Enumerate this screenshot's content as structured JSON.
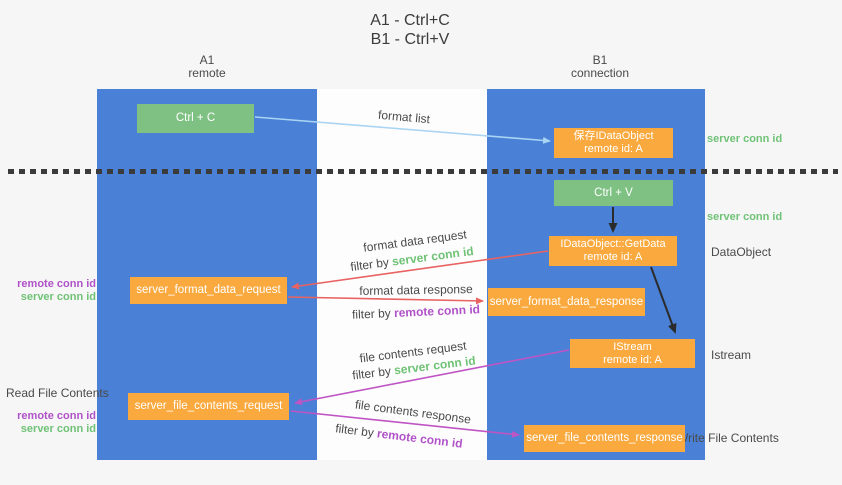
{
  "title": {
    "line1": "A1 - Ctrl+C",
    "line2": "B1 - Ctrl+V"
  },
  "lanes": {
    "left": {
      "title": "A1",
      "subtitle": "remote"
    },
    "right": {
      "title": "B1",
      "subtitle": "connection"
    }
  },
  "nodes": {
    "ctrl_c": {
      "label": "Ctrl + C"
    },
    "save_dataobject": {
      "line1": "保存IDataObject",
      "line2": "remote id: A"
    },
    "ctrl_v": {
      "label": "Ctrl + V"
    },
    "getdata": {
      "line1": "IDataObject::GetData",
      "line2": "remote id: A"
    },
    "format_request": {
      "label": "server_format_data_request"
    },
    "format_response": {
      "label": "server_format_data_response"
    },
    "istream": {
      "line1": "IStream",
      "line2": "remote id: A"
    },
    "file_request": {
      "label": "server_file_contents_request"
    },
    "file_response": {
      "label": "server_file_contents_response"
    }
  },
  "messages": {
    "format_list": "format list",
    "format_data_request": "format data request",
    "format_data_request_filter_prefix": "filter by ",
    "format_data_request_filter_key": "server conn id",
    "format_data_response": "format data response",
    "format_data_response_filter_prefix": "filter by ",
    "format_data_response_filter_key": "remote conn id",
    "file_contents_request": "file contents request",
    "file_contents_request_filter_prefix": "filter by ",
    "file_contents_request_filter_key": "server conn id",
    "file_contents_response": "file contents response",
    "file_contents_response_filter_prefix": "filter by ",
    "file_contents_response_filter_key": "remote conn id"
  },
  "annotations": {
    "left_format": {
      "remote": "remote conn id",
      "server": "server conn id"
    },
    "read_file": "Read File Contents",
    "left_file": {
      "remote": "remote conn id",
      "server": "server conn id"
    },
    "right_top_conn": "server conn id",
    "right_mid_conn": "server conn id",
    "right_dataobject": "DataObject",
    "right_istream": "Istream",
    "write_file": "Write File Contents"
  },
  "colors": {
    "lane_blue": "#4a80d5",
    "node_green": "#7ec183",
    "node_orange": "#f9a93e",
    "arrow_red": "#e86361",
    "arrow_magenta": "#bf54c4",
    "arrow_light_blue": "#a9d4f3",
    "arrow_black": "#2b2b2b",
    "text_green": "#6fc275",
    "text_purple": "#b052c8",
    "dash_color": "#3b3b3b"
  }
}
